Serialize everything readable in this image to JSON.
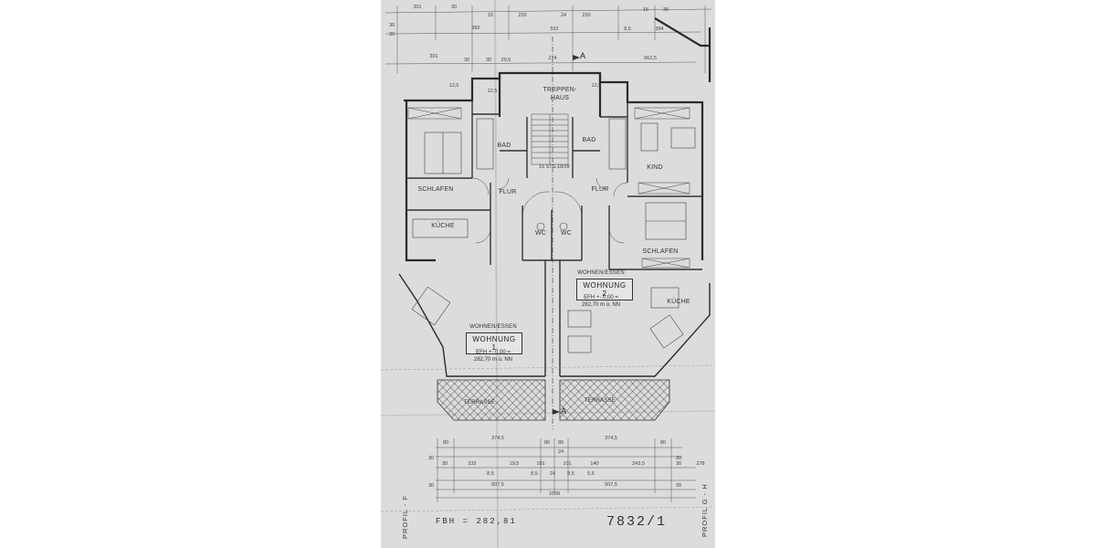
{
  "rooms": {
    "treppenhaus_1": "TREPPEN-",
    "treppenhaus_2": "HAUS",
    "bad_left": "BAD",
    "bad_right": "BAD",
    "kind": "KIND",
    "schlafen_left": "SCHLAFEN",
    "schlafen_right": "SCHLAFEN",
    "flur_left": "FLUR",
    "flur_right": "FLUR",
    "kueche_left": "KÜCHE",
    "kueche_right": "KÜCHE",
    "wc_left": "WC",
    "wc_right": "WC",
    "terrasse_left": "TERRASSE",
    "terrasse_right": "TERRASSE",
    "stair_note": "15 STG.18/28"
  },
  "units": {
    "unit1": {
      "room": "WOHNEN/ESSEN",
      "name": "WOHNUNG 1",
      "efh": "EFH +- 0,00 =",
      "nn": "282,70 m ü. NN"
    },
    "unit2": {
      "room": "WOHNEN/ESSEN",
      "name": "WOHNUNG 2",
      "efh": "EFH +- 0,00 =",
      "nn": "282,70 m ü. NN"
    }
  },
  "section": {
    "top": "A",
    "bottom": "A"
  },
  "dims_top": {
    "r1": [
      "30",
      "301",
      "30",
      "15",
      "220",
      "24",
      "220",
      "15",
      "30"
    ],
    "r2": [
      "30",
      "382",
      "552",
      "8,5",
      "394"
    ],
    "r3": [
      "301",
      "30",
      "30",
      "20,5",
      "274",
      "562,5"
    ],
    "side": [
      "12,5",
      "12,5",
      "12,5"
    ]
  },
  "dims_bottom": {
    "r1": [
      "80",
      "374,5",
      "80",
      "80",
      "374,5",
      "80"
    ],
    "r2": [
      "30",
      "24",
      "30"
    ],
    "r3": [
      "30",
      "232",
      "19,5",
      "101",
      "101",
      "140",
      "243,5",
      "30",
      "278"
    ],
    "r4": [
      "8,5",
      "8,5",
      "24",
      "8,5",
      "5,5"
    ],
    "r5": [
      "30",
      "507,5",
      "507,5",
      "30"
    ],
    "total": "1099"
  },
  "margins": {
    "left": "PROFIL - F",
    "right": "PROFIL G - H",
    "fbh": "FBH = 282,81",
    "drawing_no": "7832/1"
  }
}
